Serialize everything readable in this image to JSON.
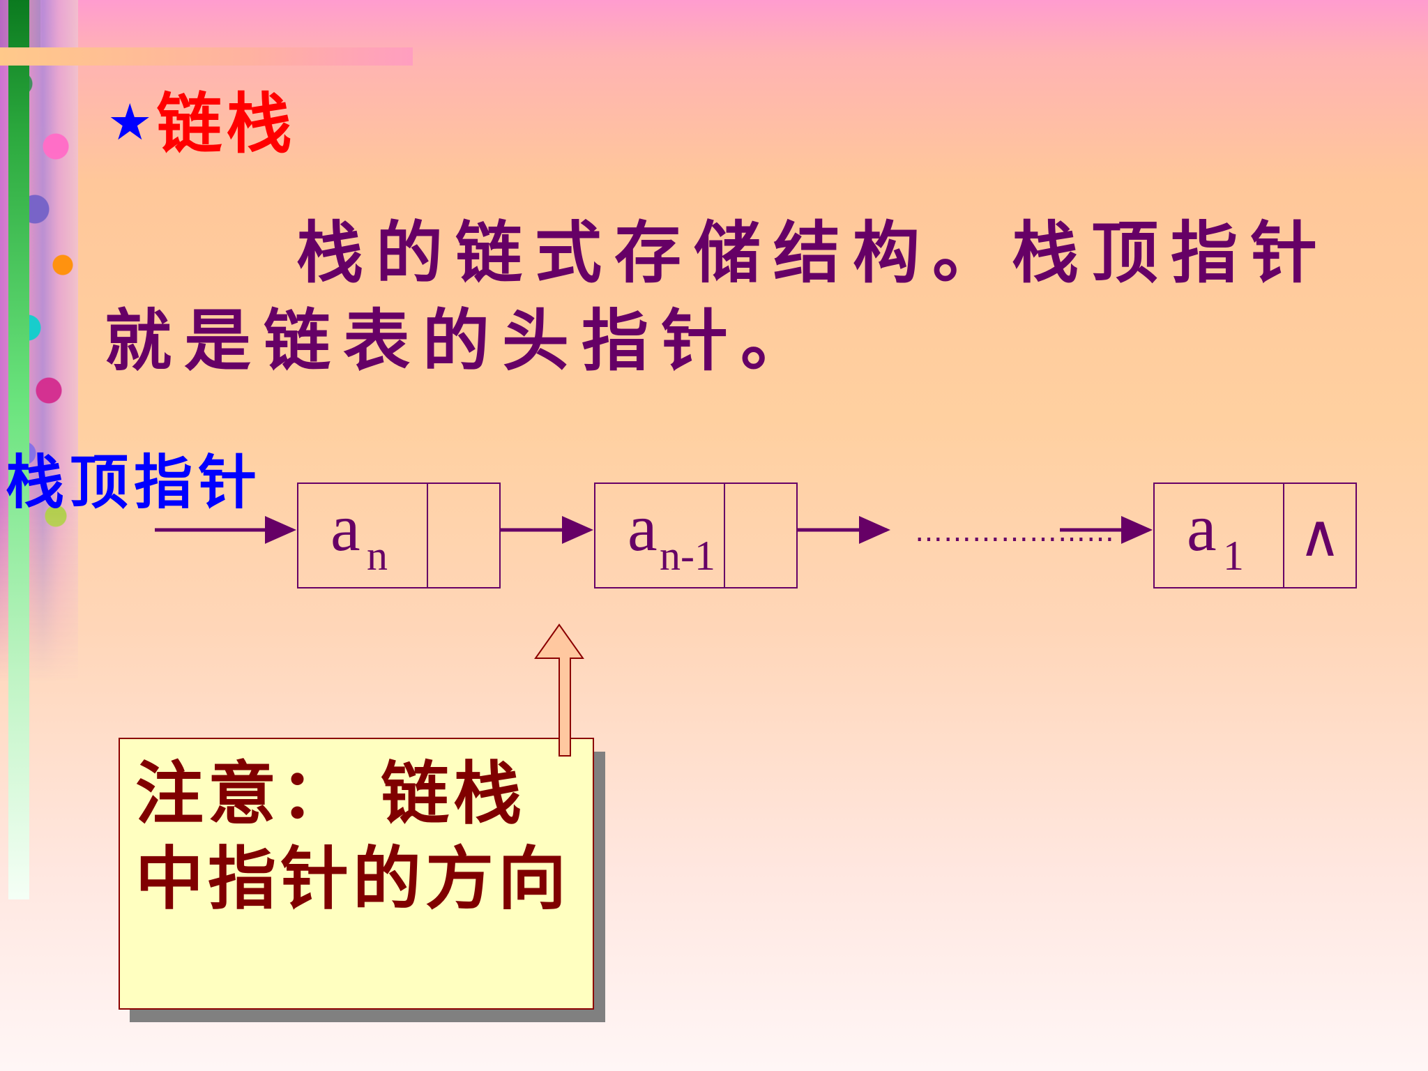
{
  "slide": {
    "title_star": "★",
    "title_text": "链栈",
    "paragraph_line1": "栈的链式存储结构。栈顶指针",
    "paragraph_line2": "就是链表的头指针。",
    "top_pointer_label": "栈顶指针",
    "nodes": [
      {
        "main": "a",
        "sub": "n",
        "ptr": ""
      },
      {
        "main": "a",
        "sub": "n-1",
        "ptr": ""
      },
      {
        "main": "a",
        "sub": "1",
        "ptr": "∧"
      }
    ],
    "ellipsis": "…………………",
    "note_text": "注意： 链栈中指针的方向"
  },
  "colors": {
    "title": "#ff0000",
    "star": "#0000ff",
    "text": "#660066",
    "label": "#0000ff",
    "note_bg": "#ffffc0",
    "note_text": "#800000",
    "callout_arrow_fill": "#ffc8a0"
  }
}
